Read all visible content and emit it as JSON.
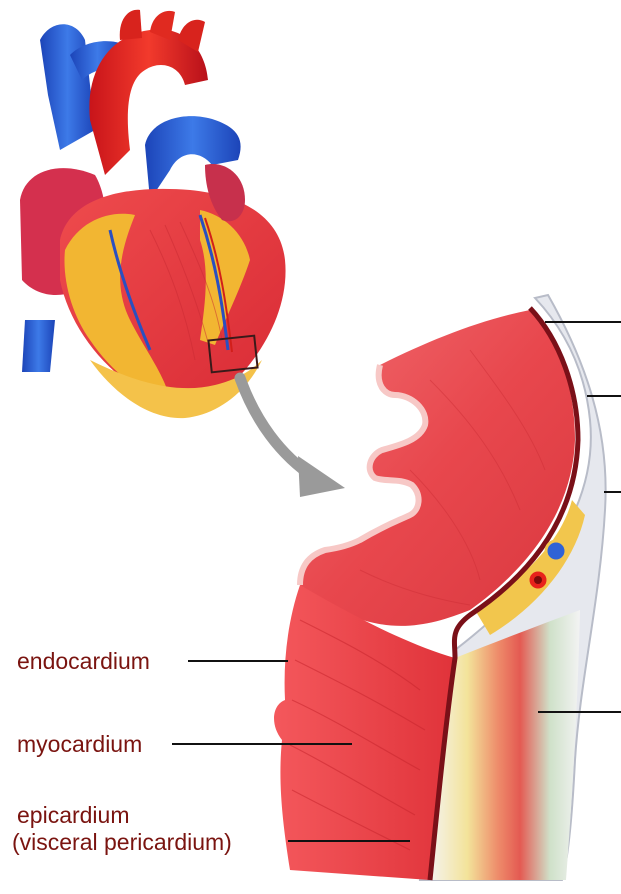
{
  "labels": {
    "endocardium": "endocardium",
    "myocardium": "myocardium",
    "epicardium_line1": "epicardium",
    "epicardium_line2": "(visceral pericardium)"
  },
  "colors": {
    "label_text": "#7a1410",
    "leader_line": "#111111",
    "vein_blue": "#2f63d6",
    "artery_red": "#e8221b",
    "fat_yellow": "#f2b632",
    "muscle_red": "#e63e45",
    "arrow_gray": "#9a9a9a"
  }
}
